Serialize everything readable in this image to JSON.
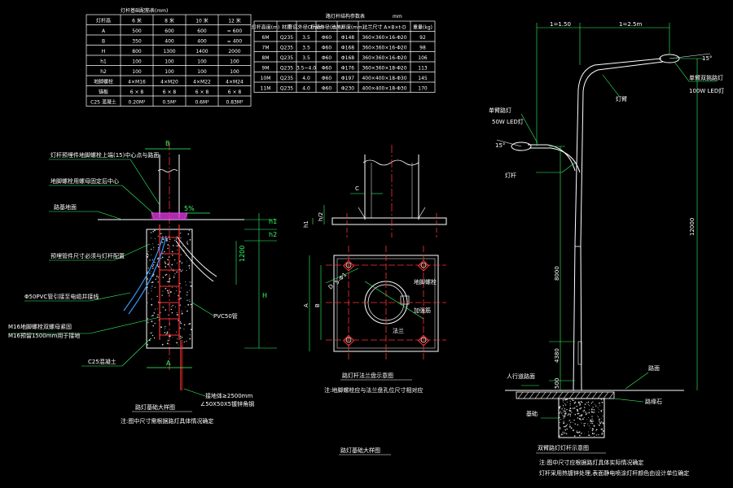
{
  "table1": {
    "title": "灯杆基础配筋表(mm)",
    "headers": [
      "灯杆高",
      "6 米",
      "8 米",
      "10 米",
      "12 米"
    ],
    "rows": [
      [
        "A",
        "500",
        "600",
        "600",
        "= 600"
      ],
      [
        "B",
        "350",
        "400",
        "400",
        "= 400"
      ],
      [
        "H",
        "800",
        "1300",
        "1400",
        "2000"
      ],
      [
        "h1",
        "100",
        "100",
        "100",
        "100"
      ],
      [
        "h2",
        "100",
        "100",
        "100",
        "100"
      ],
      [
        "地脚螺栓",
        "4×M16",
        "4×M20",
        "4×M22",
        "4×M24"
      ],
      [
        "锚板",
        "6 × 8",
        "6 × 8",
        "6 × 8",
        "6 × 8"
      ],
      [
        "C25 混凝土",
        "0.20M³",
        "0.5M³",
        "0.6M³",
        "0.83M³"
      ]
    ]
  },
  "table2": {
    "title": "路灯杆结构参数表",
    "unit": "mm",
    "headers": [
      "灯杆高度(m)",
      "材质",
      "杆底外径C(mm)",
      "杆顶外径(mm)",
      "法兰厚度(mm)",
      "法兰尺寸 A×B×t-D",
      "重量(kg)"
    ],
    "rows": [
      [
        "6M",
        "Q235",
        "3.5",
        "Φ60",
        "Φ148",
        "360×360×16-Φ20",
        "92"
      ],
      [
        "7M",
        "Q235",
        "3.5",
        "Φ60",
        "Φ168",
        "360×360×16-Φ20",
        "98"
      ],
      [
        "8M",
        "Q235",
        "3.5",
        "Φ60",
        "Φ168",
        "360×360×16-Φ20",
        "106"
      ],
      [
        "9M",
        "Q235",
        "3.5~4.0",
        "Φ60",
        "Φ176",
        "360×360×18-Φ20",
        "113"
      ],
      [
        "10M",
        "Q235",
        "4.0",
        "Φ60",
        "Φ197",
        "400×400×18-Φ30",
        "145"
      ],
      [
        "11M",
        "Q235",
        "4.0",
        "Φ60",
        "Φ230",
        "400×400×18-Φ30",
        "170"
      ]
    ]
  },
  "foundation": {
    "dim_b": "B",
    "dim_a": "A",
    "dim_h": "H",
    "dim_h1": "h1",
    "dim_h2": "h2",
    "dim_1200": "1200",
    "slope": "5%",
    "pvc": "PVC50管",
    "ground_wire": "接地体≥2500mm",
    "ground_wire2": "∠50X50X5镀锌角钢",
    "label_a": "灯杆预埋件地脚螺栓上端(15)中心点与路面",
    "label_b": "地脚螺栓用螺母固定后中心",
    "label_c": "路基地面",
    "label_d": "预埋管件尺寸必须与灯杆配置",
    "label_e": "Φ50PVC管引接至电缆井接线",
    "label_f": "M16地脚螺栓双螺母紧固",
    "label_f2": "M16预留1500mm用于接地",
    "label_g": "C25混凝土",
    "title": "路灯基础大样图",
    "note": "注:图中尺寸需根据路灯具体情况确定"
  },
  "flange": {
    "dim_c": "C",
    "dim_h1": "h1",
    "dim_h2": "h/2",
    "dim_a": "A",
    "dim_b": "B",
    "dim_d": "D",
    "dim_phi": "5-Φ1",
    "label_1": "地脚螺栓",
    "label_2": "加强筋",
    "label_3": "法兰",
    "title": "路灯杆法兰盘示意图",
    "note": "注:地脚螺栓应与法兰盘孔位尺寸相对应"
  },
  "pole": {
    "dim_top_l": "1=1.50",
    "dim_top_r": "1=2.5m",
    "angle_r": "15°",
    "angle_l": "15°",
    "lamp_r": "100W LED灯",
    "lamp_r_label": "单臂双挑路灯",
    "lamp_l": "50W LED灯",
    "lamp_l_label": "单臂路灯",
    "arm_label": "灯臂",
    "pole_label": "灯杆",
    "dim_12000": "12000",
    "dim_8000": "8000",
    "dim_4380": "4380",
    "dim_500": "500",
    "ground_label": "人行道路面",
    "base_label": "基础",
    "road_label": "路面",
    "curb_label": "路缘石",
    "title": "双臂路灯灯杆示意图",
    "note1": "注:图中尺寸应根据路灯具体实际情况确定",
    "note2": "灯杆采用热镀锌处理,表面静电喷涂灯杆颜色由设计单位确定"
  },
  "bottom_title": "路灯基础大样图"
}
